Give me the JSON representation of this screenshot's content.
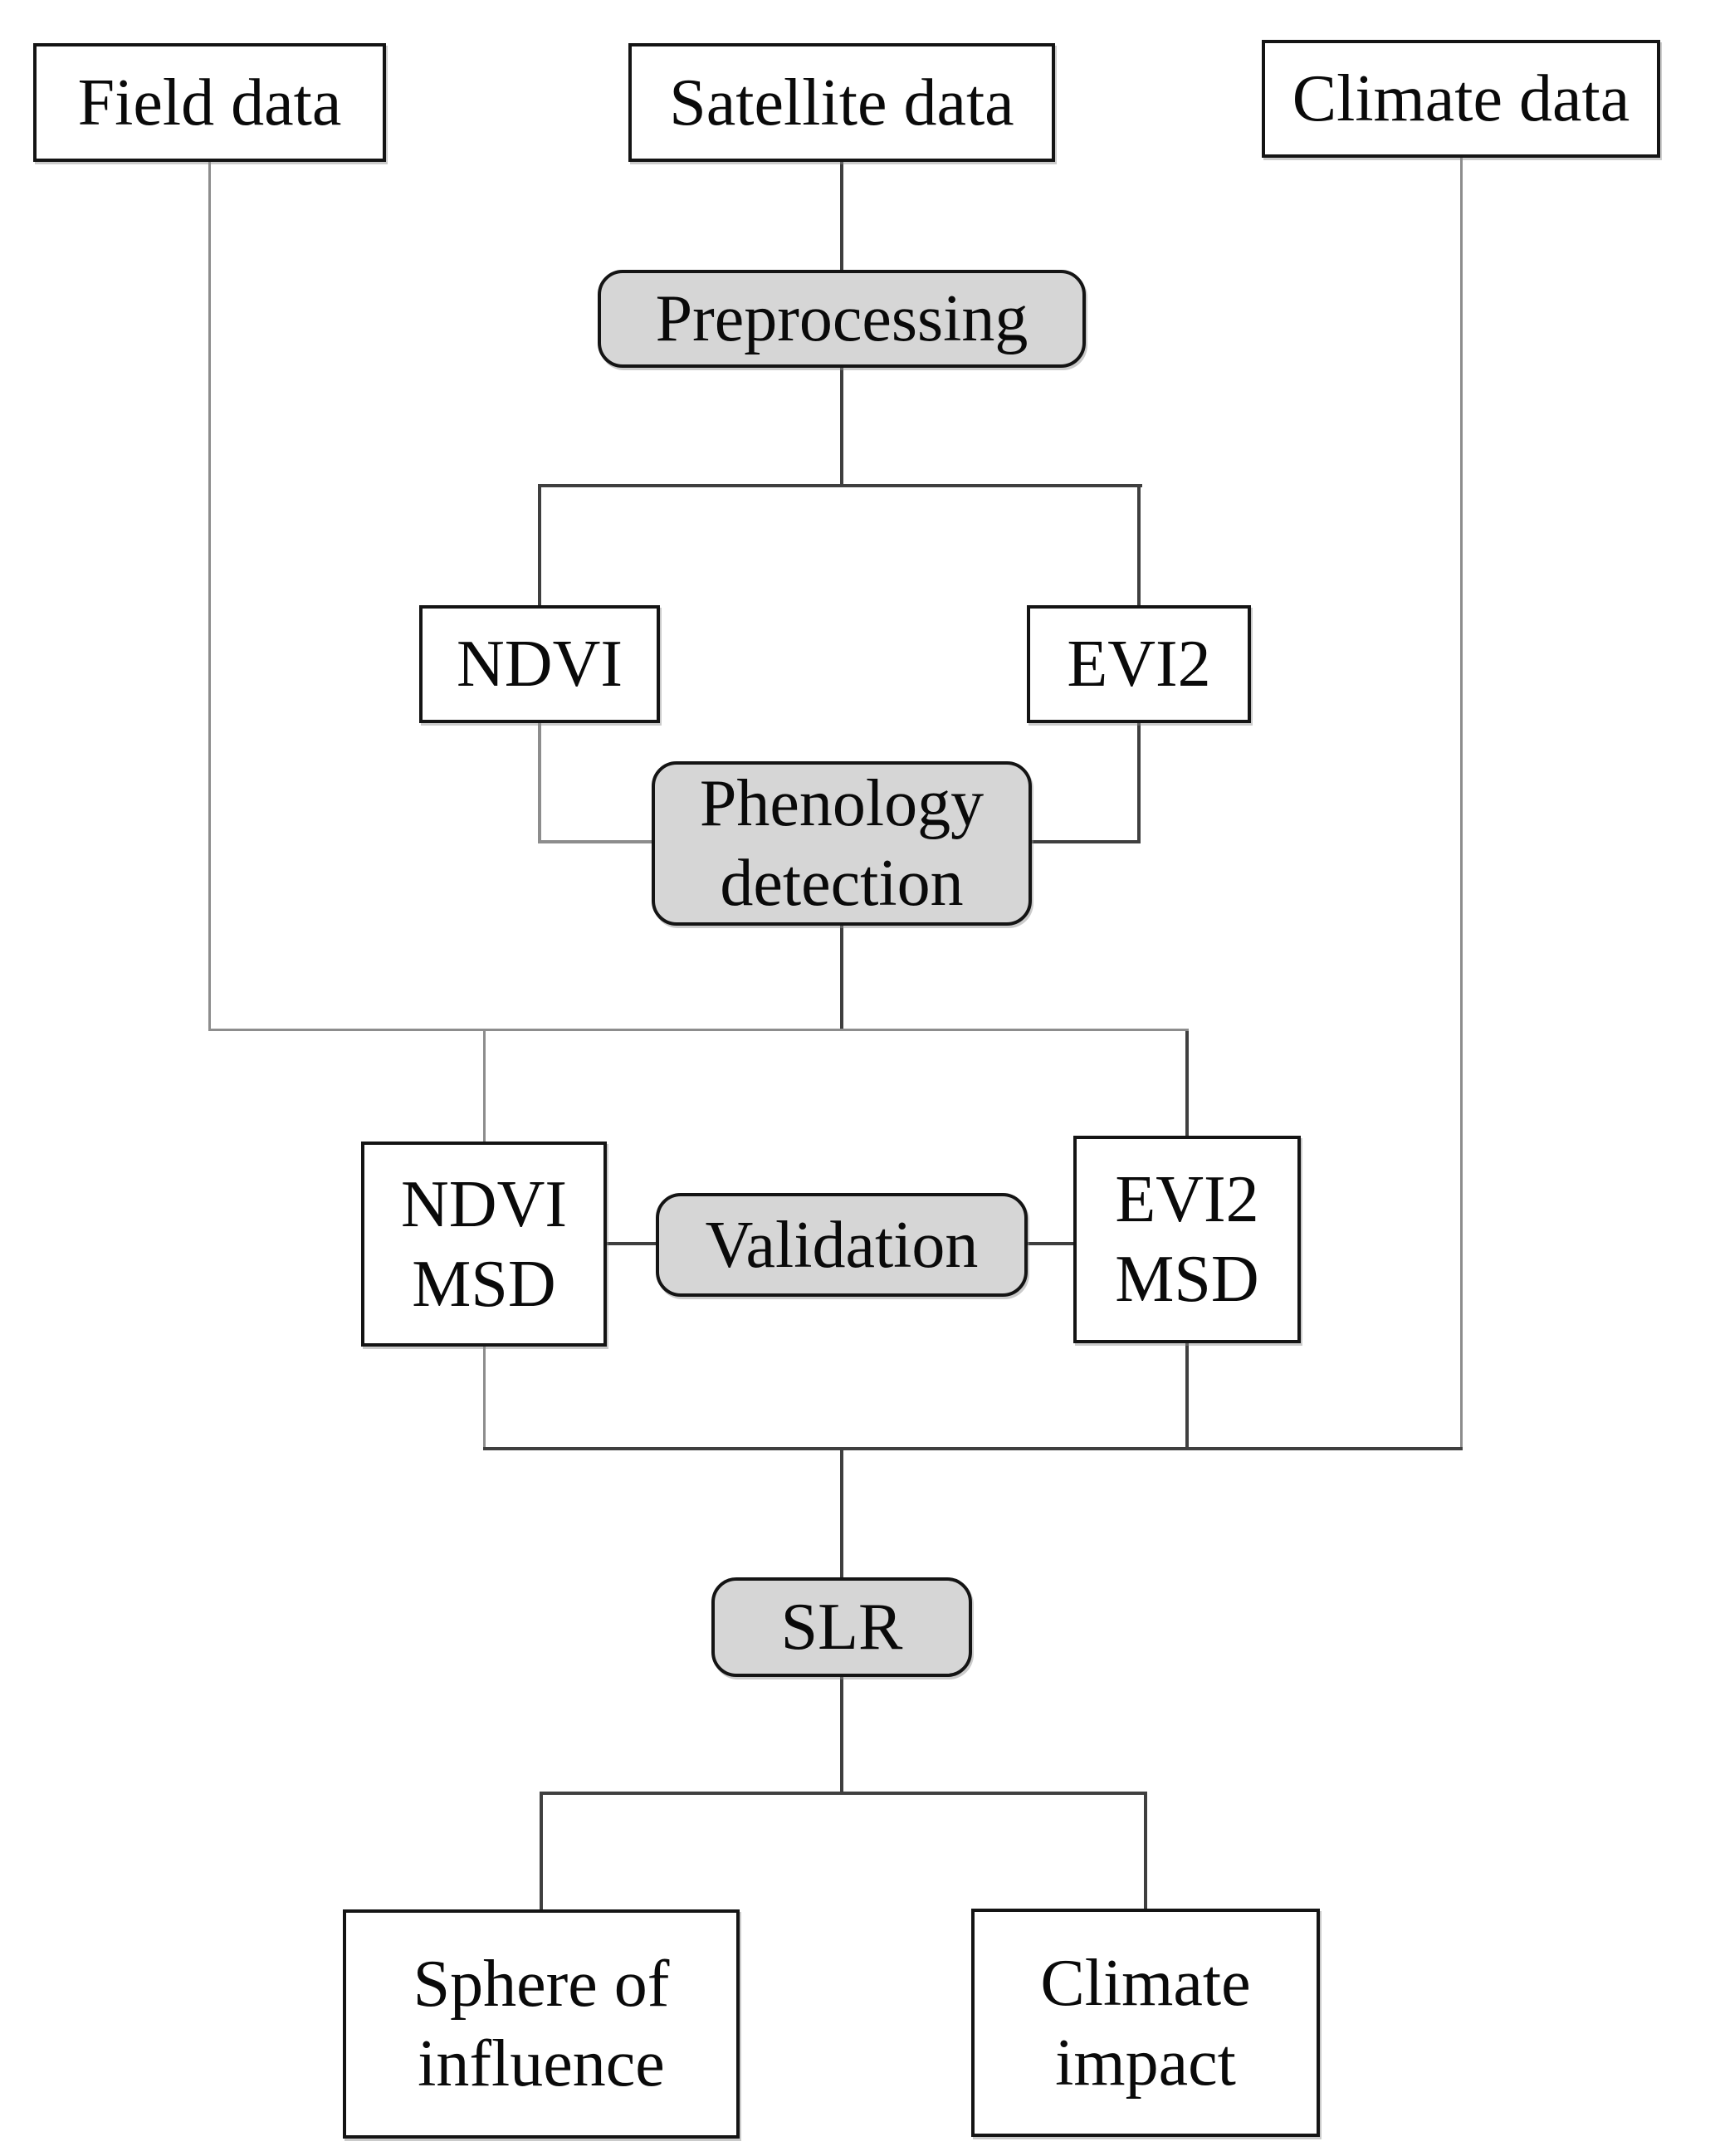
{
  "diagram": {
    "type": "flowchart",
    "nodes": {
      "field_data": {
        "label": "Field data",
        "kind": "data"
      },
      "satellite_data": {
        "label": "Satellite data",
        "kind": "data"
      },
      "climate_data": {
        "label": "Climate data",
        "kind": "data"
      },
      "preprocessing": {
        "label": "Preprocessing",
        "kind": "process"
      },
      "ndvi": {
        "label": "NDVI",
        "kind": "data"
      },
      "evi2": {
        "label": "EVI2",
        "kind": "data"
      },
      "phenology_detection": {
        "label": "Phenology\ndetection",
        "kind": "process"
      },
      "ndvi_msd": {
        "label": "NDVI\nMSD",
        "kind": "data"
      },
      "validation": {
        "label": "Validation",
        "kind": "process"
      },
      "evi2_msd": {
        "label": "EVI2\nMSD",
        "kind": "data"
      },
      "slr": {
        "label": "SLR",
        "kind": "process"
      },
      "sphere_of_influence": {
        "label": "Sphere of\ninfluence",
        "kind": "data"
      },
      "climate_impact": {
        "label": "Climate\nimpact",
        "kind": "data"
      }
    },
    "edges": [
      {
        "from": "satellite_data",
        "to": "preprocessing"
      },
      {
        "from": "preprocessing",
        "to": "ndvi"
      },
      {
        "from": "preprocessing",
        "to": "evi2"
      },
      {
        "from": "ndvi",
        "to": "phenology_detection"
      },
      {
        "from": "evi2",
        "to": "phenology_detection"
      },
      {
        "from": "field_data",
        "to": "ndvi_msd"
      },
      {
        "from": "field_data",
        "to": "evi2_msd"
      },
      {
        "from": "phenology_detection",
        "to": "ndvi_msd"
      },
      {
        "from": "phenology_detection",
        "to": "evi2_msd"
      },
      {
        "from": "ndvi_msd",
        "to": "validation"
      },
      {
        "from": "validation",
        "to": "evi2_msd"
      },
      {
        "from": "ndvi_msd",
        "to": "slr"
      },
      {
        "from": "evi2_msd",
        "to": "slr"
      },
      {
        "from": "climate_data",
        "to": "slr"
      },
      {
        "from": "slr",
        "to": "sphere_of_influence"
      },
      {
        "from": "slr",
        "to": "climate_impact"
      }
    ],
    "colors": {
      "process_fill": "#d6d6d6",
      "data_fill": "#ffffff",
      "border": "#141414",
      "text": "#0a0a0a",
      "edge_dark": "#3f3f3f",
      "edge_gray": "#8d8d8d",
      "background": "#ffffff"
    }
  }
}
